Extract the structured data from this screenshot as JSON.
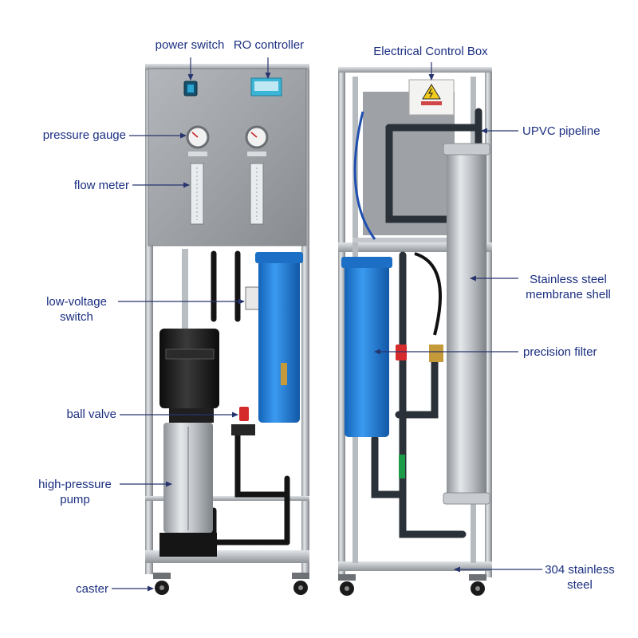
{
  "colors": {
    "label_text": "#1b2f80",
    "leader_line": "#27346e",
    "steel": "#a9adb1",
    "filter_housing": "#1f7fd6",
    "pump_motor": "#1a1a1a",
    "ball_valve": "#d52b2b",
    "warning_yellow": "#f2cc1c"
  },
  "labels": {
    "power_switch": "power switch",
    "ro_controller": "RO controller",
    "electrical_control_box": "Electrical Control Box",
    "pressure_gauge": "pressure gauge",
    "upvc_pipeline": "UPVC pipeline",
    "flow_meter": "flow meter",
    "stainless_steel_membrane_shell": [
      "Stainless steel",
      "membrane shell"
    ],
    "low_voltage_switch": [
      "low-voltage",
      "switch"
    ],
    "precision_filter": "precision filter",
    "ball_valve": "ball valve",
    "high_pressure_pump": [
      "high-pressure",
      "pump"
    ],
    "caster": "caster",
    "stainless_304": [
      "304 stainless",
      "steel"
    ]
  },
  "icons": [
    "high-voltage-warning-icon",
    "arrow-icon"
  ]
}
